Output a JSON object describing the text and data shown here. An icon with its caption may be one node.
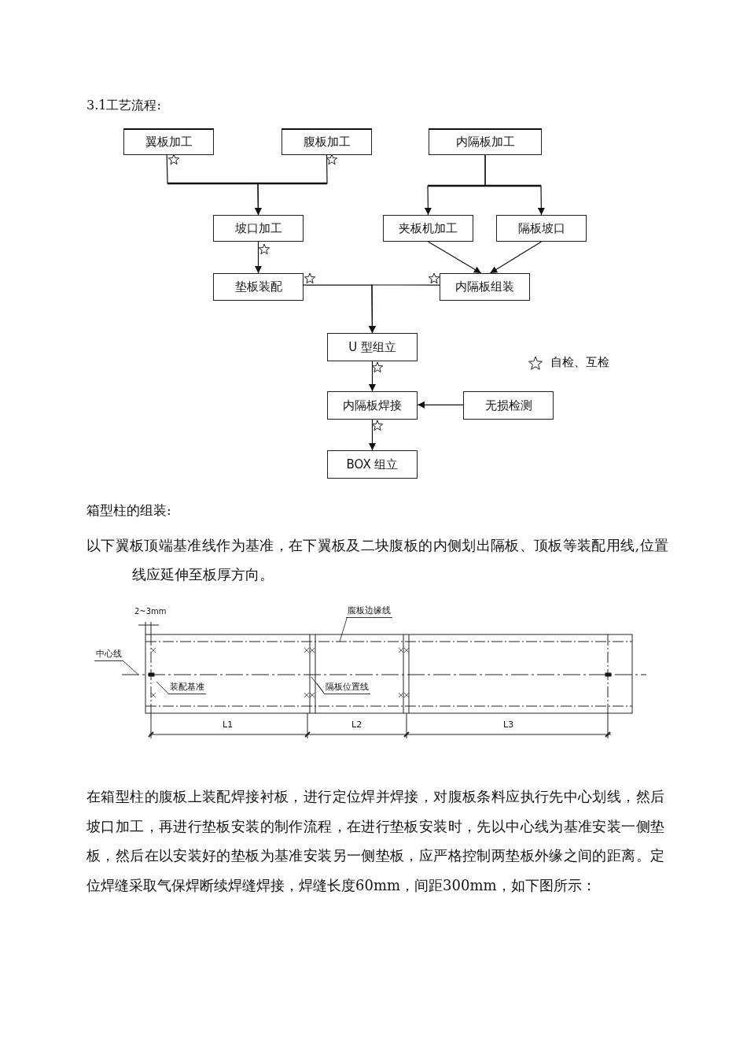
{
  "diagram": {
    "nodes": [
      {
        "text": [
          "翼板加工"
        ]
      },
      {
        "text": [
          "腹板加工"
        ]
      },
      {
        "text": [
          "内隔板加工"
        ]
      },
      {
        "text": [
          "坡口加工"
        ]
      },
      {
        "text": [
          "夹板机加工"
        ]
      },
      {
        "text": [
          "隔板坡口"
        ]
      },
      {
        "text": [
          "垫板装配"
        ]
      },
      {
        "text": [
          "内隔板组装"
        ]
      },
      {
        "text": [
          "U 型组立"
        ]
      },
      {
        "text": [
          "内隔板焊接"
        ]
      },
      {
        "text": [
          "无损检测"
        ]
      },
      {
        "text": [
          "BOX 组立"
        ]
      },
      {
        "text": [
          "腹板边缘线"
        ]
      },
      {
        "text": [
          "中心线"
        ]
      },
      {
        "text": [
          "装配基准"
        ]
      },
      {
        "text": [
          "隔板位置线"
        ]
      }
    ],
    "edges": [
      {
        "from": 0,
        "to": 3,
        "arrow": "to"
      },
      {
        "from": 1,
        "to": 3,
        "arrow": "to"
      },
      {
        "from": 2,
        "to": 4,
        "arrow": "to"
      },
      {
        "from": 2,
        "to": 5,
        "arrow": "to"
      },
      {
        "from": 3,
        "to": 6,
        "arrow": "to"
      },
      {
        "from": 4,
        "to": 7,
        "arrow": "to"
      },
      {
        "from": 5,
        "to": 7,
        "arrow": "to"
      },
      {
        "from": 6,
        "to": 8,
        "arrow": "to"
      },
      {
        "from": 7,
        "to": 8,
        "arrow": "to"
      },
      {
        "from": 8,
        "to": 9,
        "arrow": "to"
      },
      {
        "from": 10,
        "to": 9,
        "arrow": "to"
      },
      {
        "from": 9,
        "to": 11,
        "arrow": "to"
      },
      {
        "from": 12,
        "to": null,
        "arrow": "none"
      },
      {
        "from": 13,
        "to": null,
        "arrow": "none"
      },
      {
        "from": 14,
        "to": null,
        "arrow": "none"
      },
      {
        "from": 15,
        "to": null,
        "arrow": "none"
      },
      {
        "from": 15,
        "to": null,
        "arrow": "none"
      }
    ],
    "labels": [
      "3.1工艺流程:",
      "箱型柱的组装:",
      "以下翼板顶端基准线作为基准，在下翼板及二块腹板的内侧划出隔板、顶板等装配用线,位置线应延伸至板厚方向。",
      "2~3mm",
      "L1",
      "L2",
      "L3",
      "在箱型柱的腹板上装配焊接衬板，进行定位焊并焊接，对腹板条料应执行先中心划线，然后坡口加工，再进行垫板安装的制作流程，在进行垫板安装时，先以中心线为基准安装一侧垫板，然后在以安装好的垫板为基准安装另一侧垫板，应严格控制两垫板外缘之间的距离。定位焊缝采取气保焊断续焊缝焊接，焊缝长度60mm，间距300mm，如下图所示："
    ],
    "legend": [
      {
        "text": "自检、互检"
      }
    ]
  }
}
